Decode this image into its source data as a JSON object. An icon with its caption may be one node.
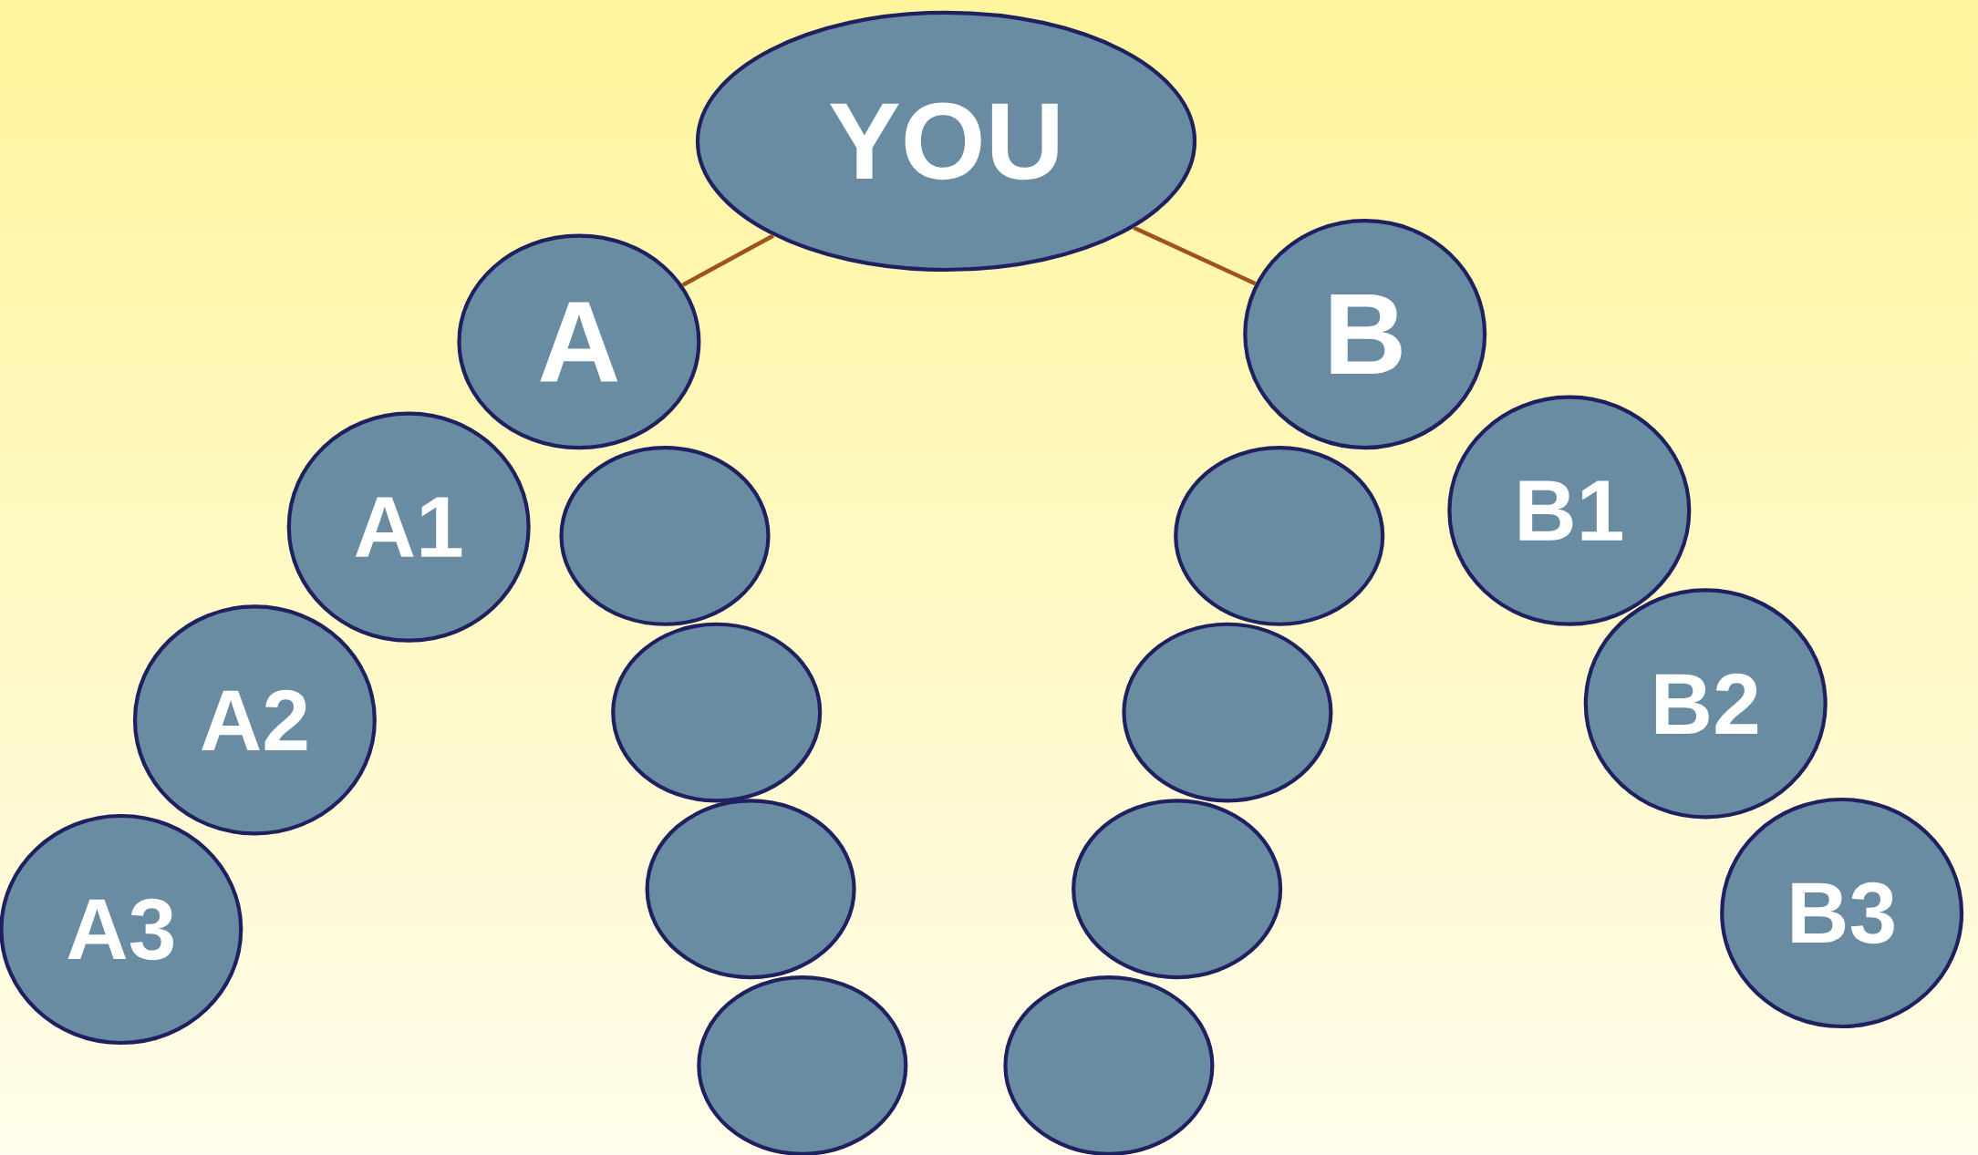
{
  "diagram": {
    "nodes": [
      {
        "text": [
          "YOU"
        ]
      },
      {
        "text": [
          "A"
        ]
      },
      {
        "text": [
          "B"
        ]
      },
      {
        "text": [
          "A1"
        ]
      },
      {
        "text": [
          "B1"
        ]
      },
      {
        "text": [
          "A2"
        ]
      },
      {
        "text": [
          "B2"
        ]
      },
      {
        "text": [
          "A3"
        ]
      },
      {
        "text": [
          "B3"
        ]
      },
      {
        "text": [],
        "shape": "circle"
      },
      {
        "text": [],
        "shape": "circle"
      },
      {
        "text": [],
        "shape": "circle"
      },
      {
        "text": [],
        "shape": "circle"
      },
      {
        "text": [],
        "shape": "circle"
      },
      {
        "text": [],
        "shape": "circle"
      },
      {
        "text": [],
        "shape": "circle"
      },
      {
        "text": [],
        "shape": "circle"
      }
    ],
    "edges": [
      {
        "from": 0,
        "to": 1,
        "arrow": "none"
      },
      {
        "from": 0,
        "to": 2,
        "arrow": "none"
      }
    ]
  }
}
